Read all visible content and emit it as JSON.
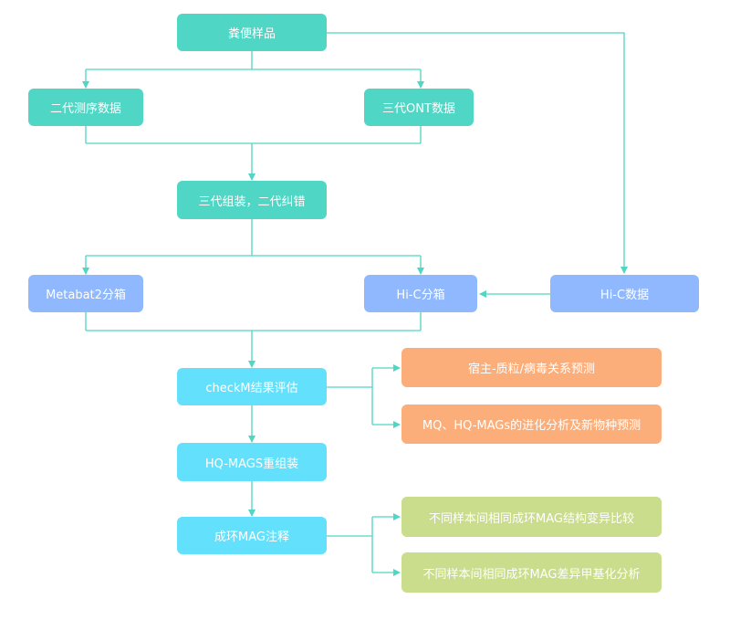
{
  "colors": {
    "connector": "#4fd6c4",
    "teal": "#4fd6c4",
    "blue": "#8fb8ff",
    "cyan": "#63e0fb",
    "orange": "#fcae7a",
    "lime": "#c9dd8c"
  },
  "nodes": {
    "sample": "粪便样品",
    "ngs": "二代测序数据",
    "ont": "三代ONT数据",
    "assembly": "三代组装，二代纠错",
    "metabat": "Metabat2分箱",
    "hic_bin": "Hi-C分箱",
    "hic_data": "Hi-C数据",
    "checkm": "checkM结果评估",
    "hq_mags": "HQ-MAGS重组装",
    "annotation": "成环MAG注释",
    "host_pred": "宿主-质粒/病毒关系预测",
    "evo_pred": "MQ、HQ-MAGs的进化分析及新物种预测",
    "struct_cmp": "不同样本间相同成环MAG结构变异比较",
    "methyl": "不同样本间相同成环MAG差异甲基化分析"
  }
}
